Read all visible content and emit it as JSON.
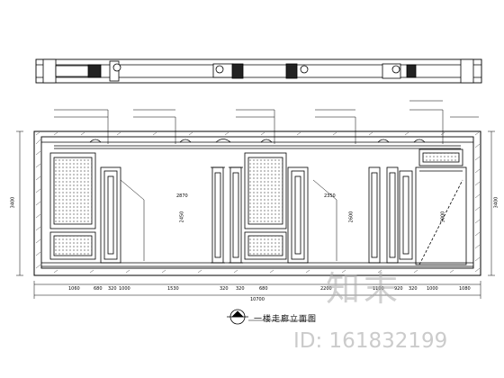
{
  "drawing": {
    "caption": "一楼走廊立面图",
    "dimensions_bottom": [
      "1060",
      "680",
      "320",
      "1000",
      "1530",
      "320",
      "320",
      "680",
      "2200",
      "1100",
      "920",
      "320",
      "1000",
      "1080"
    ],
    "total_width": "10700",
    "height_left": "3400",
    "height_right": "3400",
    "inner_heights": [
      "2450",
      "2870",
      "2600",
      "2350",
      "3000"
    ]
  },
  "watermark": {
    "logo_text": "知末",
    "id_label": "ID: 161832199"
  }
}
